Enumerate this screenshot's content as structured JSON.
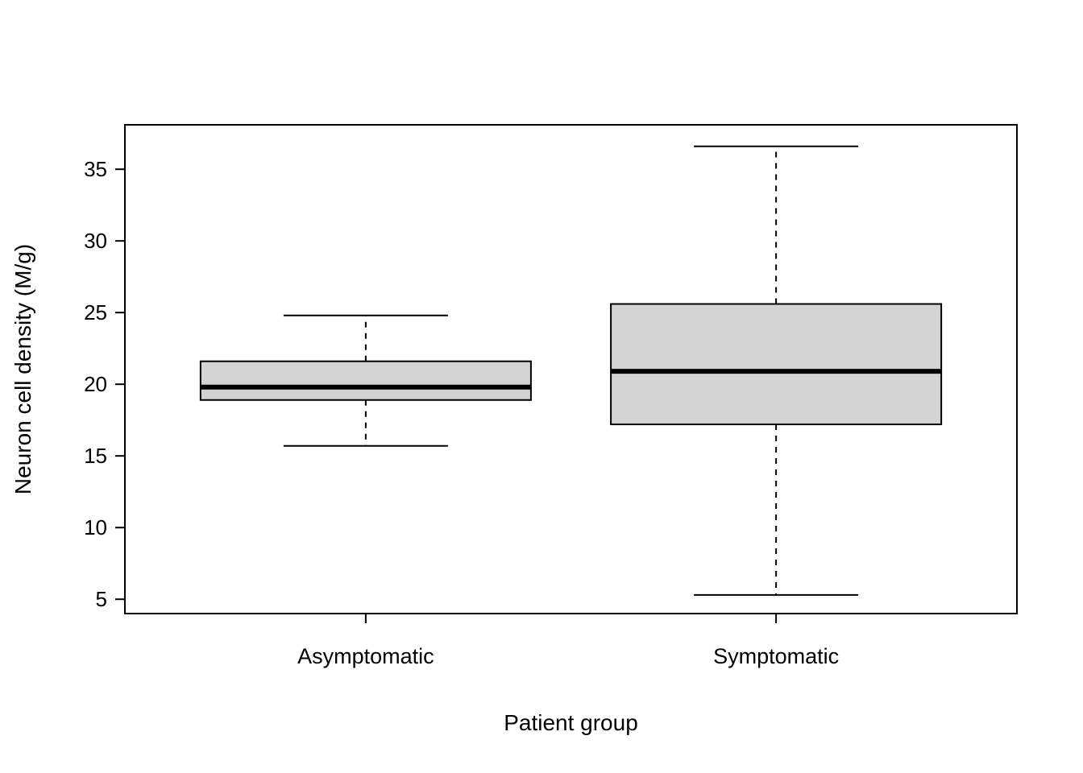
{
  "figure": {
    "background": "#ffffff"
  },
  "chart_data": {
    "type": "boxplot",
    "title": "",
    "xlabel": "Patient group",
    "ylabel": "Neuron cell density (M/g)",
    "categories": [
      "Asymptomatic",
      "Symptomatic"
    ],
    "series": [
      {
        "name": "Asymptomatic",
        "whisker_low": 15.7,
        "q1": 18.9,
        "median": 19.8,
        "q3": 21.6,
        "whisker_high": 24.8
      },
      {
        "name": "Symptomatic",
        "whisker_low": 5.3,
        "q1": 17.2,
        "median": 20.9,
        "q3": 25.6,
        "whisker_high": 36.6
      }
    ],
    "yticks": [
      5,
      10,
      15,
      20,
      25,
      30,
      35
    ],
    "ylim": [
      4.0,
      38.1
    ],
    "grid": false,
    "legend_position": "none",
    "box_fill": "#d3d3d3",
    "line_color": "#000000"
  }
}
